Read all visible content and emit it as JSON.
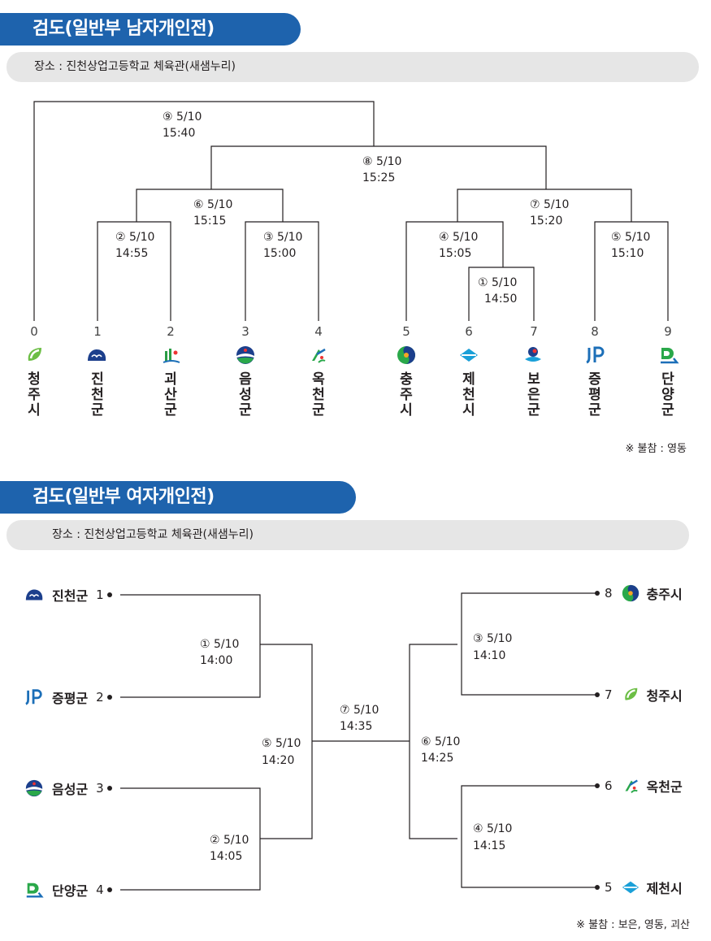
{
  "men": {
    "title": "검도(일반부 남자개인전)",
    "venue": "장소 : 진천상업고등학교 체육관(새샘누리)",
    "teams": [
      {
        "seed": "0",
        "name": "청주시",
        "icon": "cheongju-emblem-icon"
      },
      {
        "seed": "1",
        "name": "진천군",
        "icon": "jincheon-emblem-icon"
      },
      {
        "seed": "2",
        "name": "괴산군",
        "icon": "goesan-emblem-icon"
      },
      {
        "seed": "3",
        "name": "음성군",
        "icon": "eumseong-emblem-icon"
      },
      {
        "seed": "4",
        "name": "옥천군",
        "icon": "okcheon-emblem-icon"
      },
      {
        "seed": "5",
        "name": "충주시",
        "icon": "chungju-emblem-icon"
      },
      {
        "seed": "6",
        "name": "제천시",
        "icon": "jecheon-emblem-icon"
      },
      {
        "seed": "7",
        "name": "보은군",
        "icon": "boeun-emblem-icon"
      },
      {
        "seed": "8",
        "name": "증평군",
        "icon": "jeungpyeong-emblem-icon"
      },
      {
        "seed": "9",
        "name": "단양군",
        "icon": "danyang-emblem-icon"
      }
    ],
    "matches": [
      {
        "no": "①",
        "date": "5/10",
        "time": "14:50"
      },
      {
        "no": "②",
        "date": "5/10",
        "time": "14:55"
      },
      {
        "no": "③",
        "date": "5/10",
        "time": "15:00"
      },
      {
        "no": "④",
        "date": "5/10",
        "time": "15:05"
      },
      {
        "no": "⑤",
        "date": "5/10",
        "time": "15:10"
      },
      {
        "no": "⑥",
        "date": "5/10",
        "time": "15:15"
      },
      {
        "no": "⑦",
        "date": "5/10",
        "time": "15:20"
      },
      {
        "no": "⑧",
        "date": "5/10",
        "time": "15:25"
      },
      {
        "no": "⑨",
        "date": "5/10",
        "time": "15:40"
      }
    ],
    "absent": "※ 불참 : 영동"
  },
  "women": {
    "title": "검도(일반부 여자개인전)",
    "venue": "장소 : 진천상업고등학교 체육관(새샘누리)",
    "teams": [
      {
        "seed": "1",
        "name": "진천군",
        "icon": "jincheon-emblem-icon"
      },
      {
        "seed": "2",
        "name": "증평군",
        "icon": "jeungpyeong-emblem-icon"
      },
      {
        "seed": "3",
        "name": "음성군",
        "icon": "eumseong-emblem-icon"
      },
      {
        "seed": "4",
        "name": "단양군",
        "icon": "danyang-emblem-icon"
      },
      {
        "seed": "8",
        "name": "충주시",
        "icon": "chungju-emblem-icon"
      },
      {
        "seed": "7",
        "name": "청주시",
        "icon": "cheongju-emblem-icon"
      },
      {
        "seed": "6",
        "name": "옥천군",
        "icon": "okcheon-emblem-icon"
      },
      {
        "seed": "5",
        "name": "제천시",
        "icon": "jecheon-emblem-icon"
      }
    ],
    "matches": [
      {
        "no": "①",
        "date": "5/10",
        "time": "14:00"
      },
      {
        "no": "②",
        "date": "5/10",
        "time": "14:05"
      },
      {
        "no": "③",
        "date": "5/10",
        "time": "14:10"
      },
      {
        "no": "④",
        "date": "5/10",
        "time": "14:15"
      },
      {
        "no": "⑤",
        "date": "5/10",
        "time": "14:20"
      },
      {
        "no": "⑥",
        "date": "5/10",
        "time": "14:25"
      },
      {
        "no": "⑦",
        "date": "5/10",
        "time": "14:35"
      }
    ],
    "absent": "※ 불참 : 보은, 영동, 괴산"
  },
  "colors": {
    "title_bg": "#1e63ad",
    "venue_bg": "#e6e6e6",
    "line": "#231f20"
  }
}
